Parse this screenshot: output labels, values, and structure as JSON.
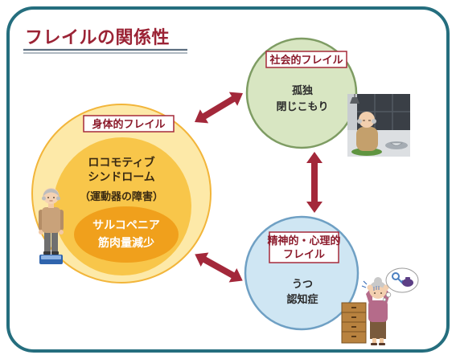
{
  "title": "フレイルの関係性",
  "physical": {
    "label": "身体的フレイル",
    "lines": [
      "ロコモティブ",
      "シンドローム",
      "（運動器の障害）"
    ],
    "inner_lines": [
      "サルコペニア",
      "筋肉量減少"
    ]
  },
  "social": {
    "label": "社会的フレイル",
    "items": [
      "孤独",
      "閉じこもり"
    ]
  },
  "mental": {
    "label_lines": [
      "精神的・心理的",
      "フレイル"
    ],
    "items": [
      "うつ",
      "認知症"
    ]
  },
  "colors": {
    "frame": "#256e7e",
    "title": "#9b2335",
    "arrow": "#a3283a",
    "physical_outer": "#fde9a8",
    "physical_middle": "#f8c64a",
    "physical_inner": "#f0a01c",
    "social_fill": "#d8e6c2",
    "mental_fill": "#cfe6f3"
  },
  "icons": {
    "physical": "elderly-man-on-scale",
    "social": "elderly-man-sitting-alone",
    "mental": "confused-elderly-woman"
  }
}
